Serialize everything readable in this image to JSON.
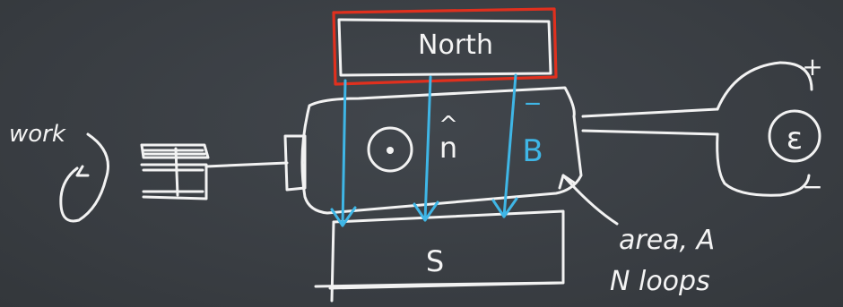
{
  "diagram": {
    "magnets": {
      "north_label": "North",
      "south_label": "S"
    },
    "coil": {
      "normal_label": "n",
      "normal_hat": "^",
      "field_label": "B",
      "field_bar": "‾"
    },
    "annotations": {
      "work_label": "work",
      "area_label": "area, A",
      "loops_label": "N loops",
      "emf_symbol": "ε",
      "plus_sign": "+",
      "minus_sign": "−"
    },
    "colors": {
      "chalk": "#f2f2f2",
      "field_lines": "#3fb6e6",
      "north_outline": "#e0301e",
      "board": "#3b3f44"
    }
  }
}
